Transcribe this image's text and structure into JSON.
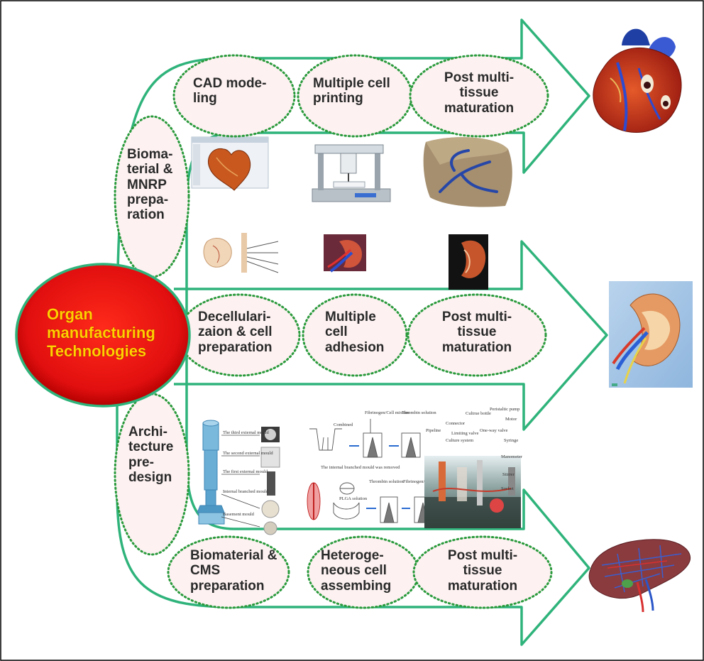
{
  "center": {
    "label": "Organ\nmanufacturing\nTechnologies"
  },
  "side_labels": {
    "biomaterial_mnrp": "Bioma-\nterial &\nMNRP\nprepa-\nration",
    "architecture": "Archi-\ntecture\npre-\ndesign"
  },
  "rows": {
    "heart": {
      "steps": [
        "CAD mode-\nling",
        "Multiple cell\nprinting",
        "Post multi-\ntissue\nmaturation"
      ]
    },
    "kidney": {
      "steps": [
        "Decellulari-\nzaion & cell\npreparation",
        "Multiple\ncell\nadhesion",
        "Post multi-\ntissue\nmaturation"
      ]
    },
    "liver": {
      "steps": [
        "Biomaterial &\nCMS\npreparation",
        "Heteroge-\nneous cell\nassembing",
        "Post multi-\ntissue\nmaturation"
      ]
    }
  },
  "mold_labels": [
    "The third external mould",
    "The second external mould",
    "The first external mould",
    "Internal branched mould",
    "Basement mould"
  ],
  "process_labels": [
    "Combined",
    "Fibrinogen/Cell mixture",
    "Thrombin solution",
    "The internal branched mould was removed",
    "PLGA solution",
    "Thrombin solution",
    "Fibrinogen/Cell mixture"
  ],
  "device_labels": [
    "Pipeline",
    "Connector",
    "Cultrue bottle",
    "Peristaltic pump",
    "Motor",
    "One-way valve",
    "Limiting valve",
    "Culture system",
    "Syringe",
    "Manometer",
    "Stirrer",
    "Socket"
  ],
  "colors": {
    "arrow": "#2fb37b",
    "ellipse_fill": "#fdf1f1",
    "ellipse_dots": "#2a9a3c",
    "center_fill": "#e11313",
    "center_text": "#ffd000"
  },
  "icons": [
    "heart-organ-icon",
    "kidney-organ-icon",
    "liver-organ-icon"
  ]
}
